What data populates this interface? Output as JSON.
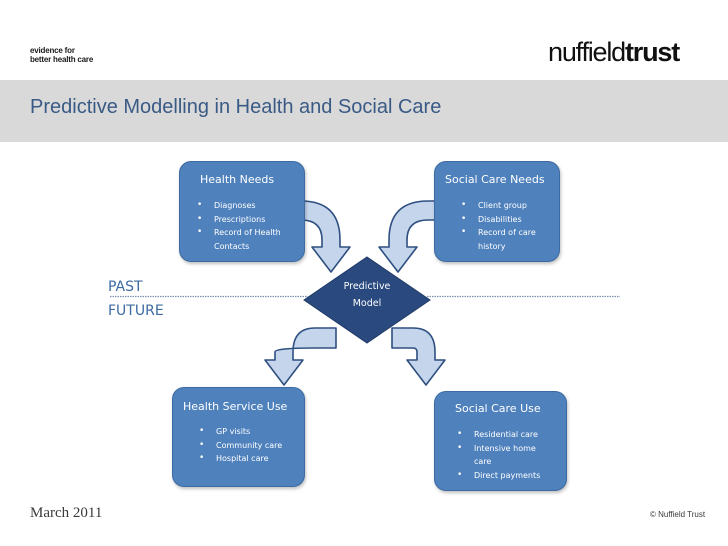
{
  "header": {
    "tagline_line1": "evidence for",
    "tagline_line2": "better health care",
    "logo_part1": "nuffield",
    "logo_part2": "trust"
  },
  "title": "Predictive Modelling in Health and Social Care",
  "boxes": {
    "health_needs": {
      "heading": "Health Needs",
      "items": [
        "Diagnoses",
        "Prescriptions",
        "Record of Health",
        "Contacts"
      ]
    },
    "social_care_needs": {
      "heading": "Social Care Needs",
      "items": [
        "Client group",
        "Disabilities",
        "Record of care",
        "history"
      ]
    },
    "health_service_use": {
      "heading": "Health Service Use",
      "items": [
        "GP visits",
        "Community care",
        "Hospital care"
      ]
    },
    "social_care_use": {
      "heading": "Social Care Use",
      "items": [
        "Residential care",
        "Intensive home",
        "care",
        "Direct payments"
      ]
    }
  },
  "timeline": {
    "past": "PAST",
    "future": "FUTURE"
  },
  "model": {
    "line1": "Predictive",
    "line2": "Model"
  },
  "footer": {
    "date": "March 2011",
    "copyright": "© Nuffield Trust"
  },
  "colors": {
    "box_fill": "#4f81bd",
    "diamond_fill": "#2a4a7f",
    "arrow_fill": "#c5d6ec",
    "arrow_stroke": "#2e4f80",
    "title_band": "#d9d9d9"
  }
}
